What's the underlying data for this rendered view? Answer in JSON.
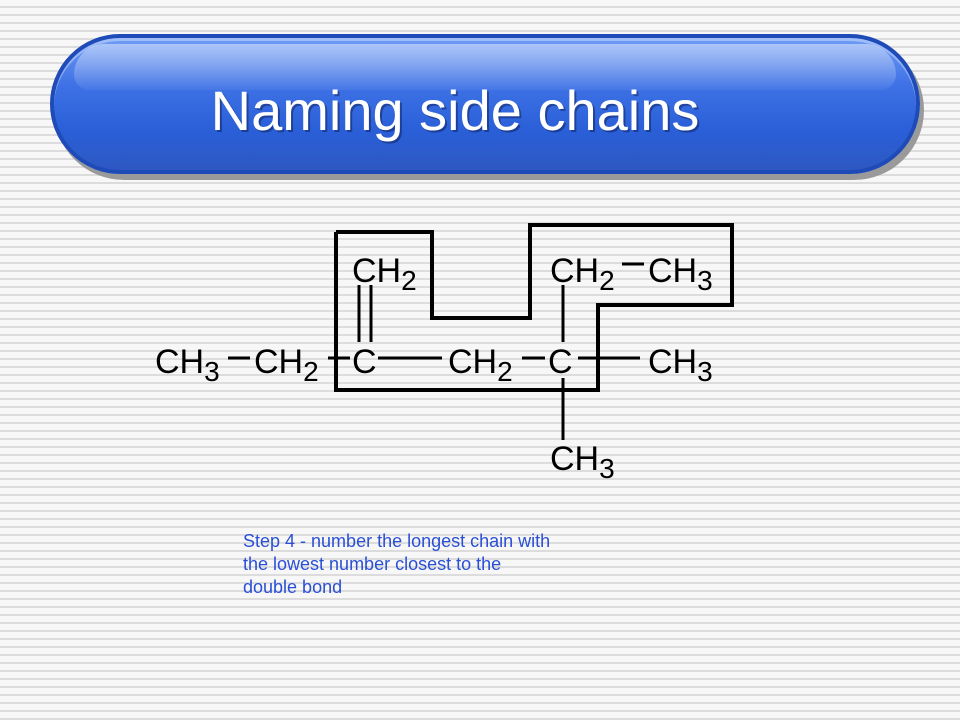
{
  "slide": {
    "title": "Naming side chains",
    "step_lines": [
      "Step 4 - number the longest chain with",
      "the lowest number closest to the",
      "double bond"
    ]
  },
  "molecule": {
    "groups": {
      "ch2_top_left": "CH",
      "ch2_top_left_sub": "2",
      "ch2_top_right": "CH",
      "ch2_top_right_sub": "2",
      "ch3_top_right": "CH",
      "ch3_top_right_sub": "3",
      "ch3_left": "CH",
      "ch3_left_sub": "3",
      "ch2_left": "CH",
      "ch2_left_sub": "2",
      "c_double": "C",
      "ch2_mid": "CH",
      "ch2_mid_sub": "2",
      "c_quat": "C",
      "ch3_right": "CH",
      "ch3_right_sub": "3",
      "ch3_bottom": "CH",
      "ch3_bottom_sub": "3"
    }
  }
}
